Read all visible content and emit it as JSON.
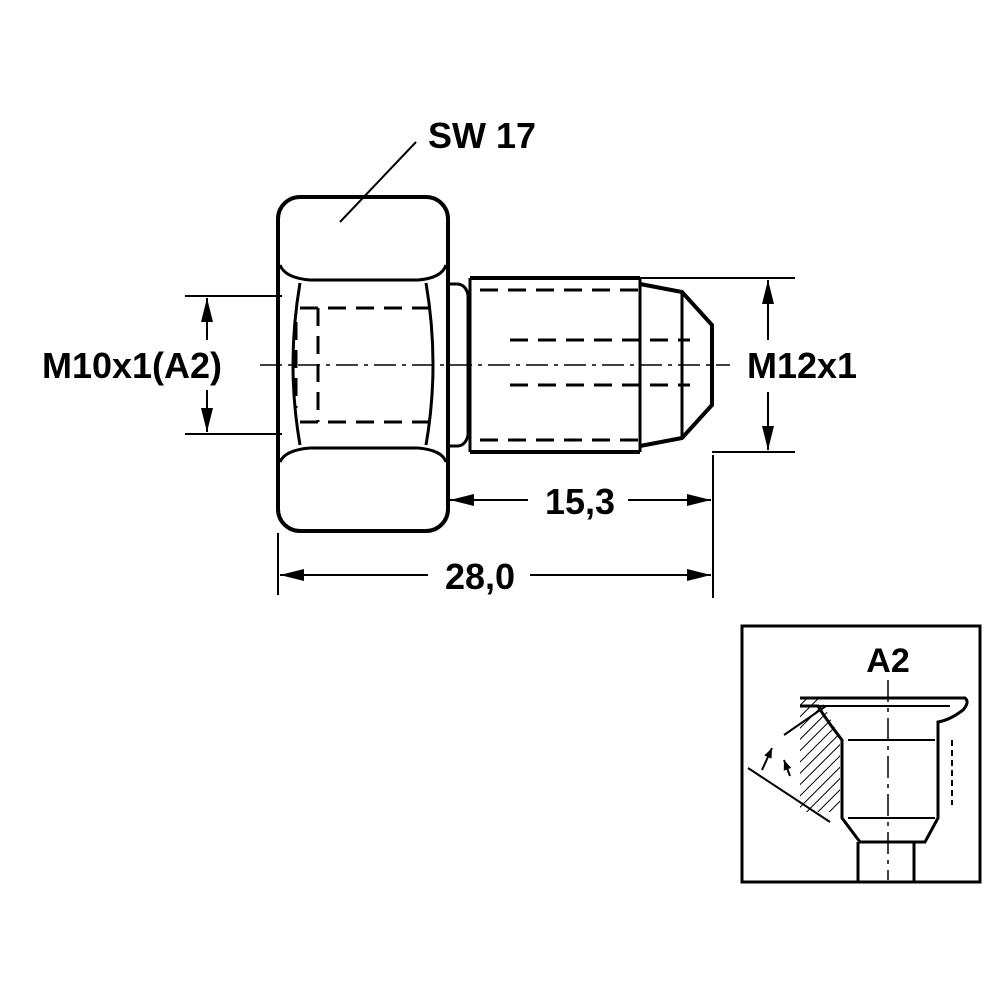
{
  "labels": {
    "wrench_size": "SW 17",
    "inner_thread": "M10x1(A2)",
    "outer_thread": "M12x1",
    "thread_length": "15,3",
    "total_length": "28,0",
    "detail_title": "A2"
  }
}
